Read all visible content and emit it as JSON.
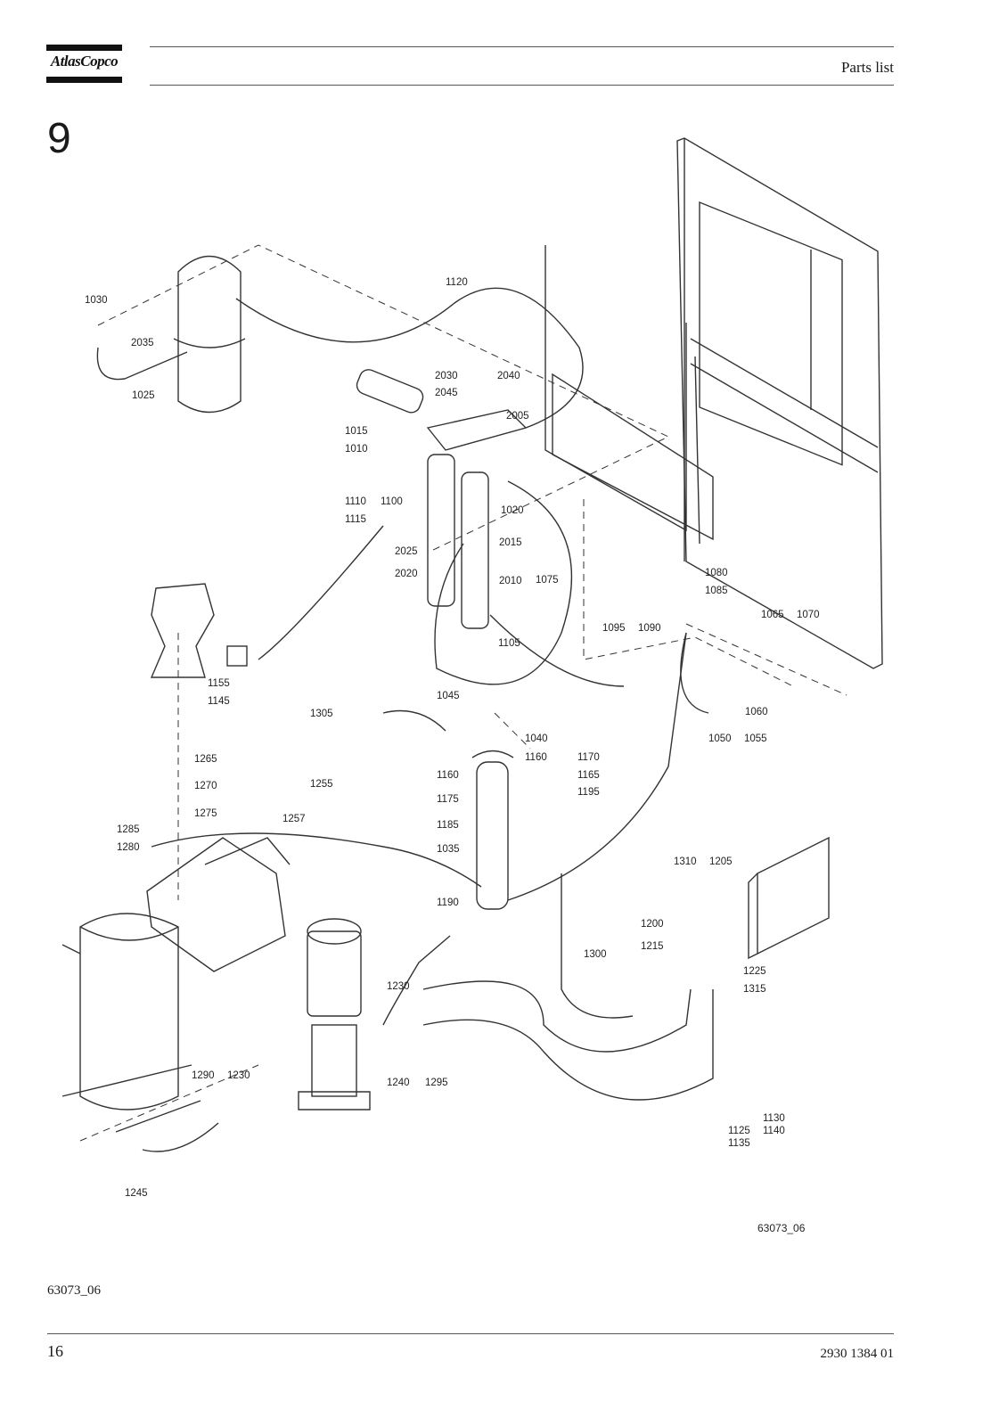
{
  "header": {
    "brand": "AtlasCopco",
    "title": "Parts list"
  },
  "section_number": "9",
  "drawing": {
    "code": "63073_06",
    "labels": [
      "1030",
      "2035",
      "1025",
      "1120",
      "2030",
      "2045",
      "2040",
      "2005",
      "1015",
      "1010",
      "1020",
      "1110",
      "1100",
      "1115",
      "2025",
      "2015",
      "2020",
      "2010",
      "1075",
      "1080",
      "1085",
      "1065",
      "1070",
      "1095",
      "1090",
      "1105",
      "1155",
      "1145",
      "1045",
      "1060",
      "1305",
      "1040",
      "1050",
      "1055",
      "1265",
      "1255",
      "1160",
      "1160",
      "1170",
      "1270",
      "1165",
      "1257",
      "1175",
      "1195",
      "1275",
      "1185",
      "1285",
      "1035",
      "1280",
      "1310",
      "1205",
      "1190",
      "1200",
      "1215",
      "1300",
      "1225",
      "1230",
      "1315",
      "1290",
      "1230",
      "1240",
      "1295",
      "1130",
      "1140",
      "1125",
      "1135",
      "1245"
    ]
  },
  "footer": {
    "reference": "63073_06",
    "page_number": "16",
    "document_number": "2930 1384 01"
  }
}
